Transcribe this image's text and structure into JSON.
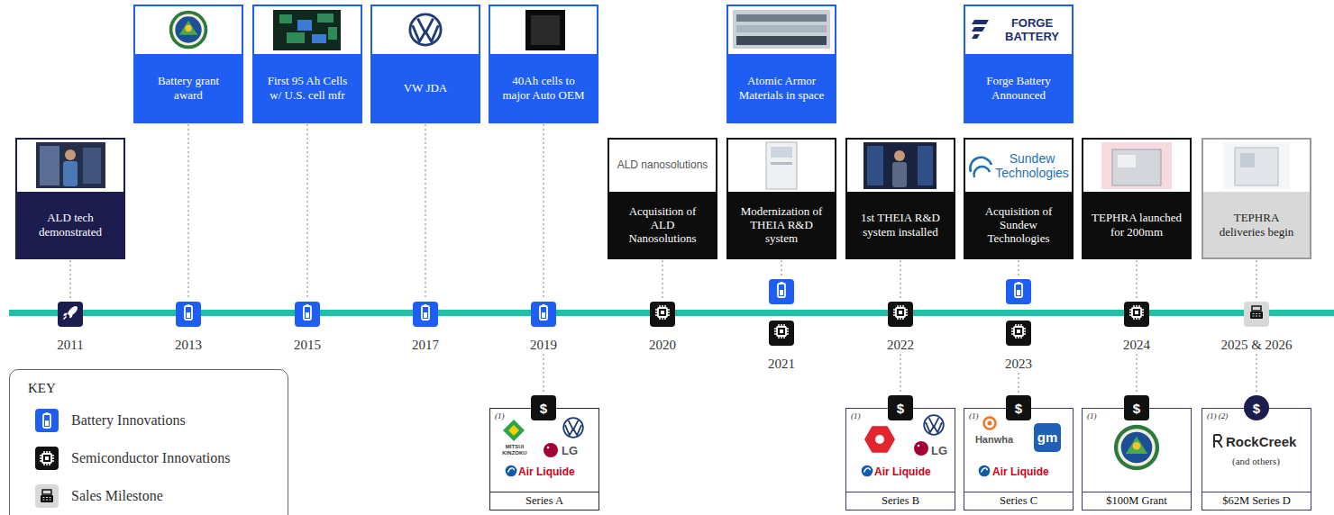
{
  "diagram": {
    "nodes": [
      {
        "text": [
          "ALD tech demonstrated"
        ]
      },
      {
        "text": [
          "2011"
        ]
      },
      {
        "text": [
          "Battery grant award"
        ]
      },
      {
        "text": [
          "2013"
        ]
      },
      {
        "text": [
          "First 95 Ah Cells w/ U.S. cell mfr"
        ]
      },
      {
        "text": [
          "2015"
        ]
      },
      {
        "text": [
          "VW JDA"
        ]
      },
      {
        "text": [
          "2017"
        ]
      },
      {
        "text": [
          "40Ah cells to major Auto OEM"
        ]
      },
      {
        "text": [
          "2019"
        ]
      },
      {
        "text": [
          "$"
        ]
      },
      {
        "text": [
          "(1)",
          "MITSUI KINZOKU",
          "LG",
          "Air Liquide",
          "Series A"
        ]
      },
      {
        "text": [
          "ALD nanosolutions",
          "Acquisition of ALD Nanosolutions"
        ]
      },
      {
        "text": [
          "2020"
        ]
      },
      {
        "text": [
          "Atomic Armor Materials in space"
        ]
      },
      {
        "text": [
          "Modernization of THEIA R&D system"
        ]
      },
      {
        "text": [
          "2021"
        ]
      },
      {
        "text": [
          "1st THEIA R&D system installed"
        ]
      },
      {
        "text": [
          "2022"
        ]
      },
      {
        "text": [
          "$"
        ]
      },
      {
        "text": [
          "(1)",
          "LG",
          "Air Liquide",
          "Series B"
        ]
      },
      {
        "text": [
          "FORGE BATTERY",
          "Forge Battery Announced"
        ]
      },
      {
        "text": [
          "Sundew Technologies",
          "Acquisition of Sundew Technologies"
        ]
      },
      {
        "text": [
          "2023"
        ]
      },
      {
        "text": [
          "$"
        ]
      },
      {
        "text": [
          "(1)",
          "Hanwha",
          "gm",
          "Air Liquide",
          "Series C"
        ]
      },
      {
        "text": [
          "TEPHRA launched for 200mm"
        ]
      },
      {
        "text": [
          "2024"
        ]
      },
      {
        "text": [
          "$"
        ]
      },
      {
        "text": [
          "(1)",
          "$100M Grant"
        ]
      },
      {
        "text": [
          "TEPHRA deliveries begin"
        ]
      },
      {
        "text": [
          "2025 & 2026"
        ]
      },
      {
        "text": [
          "$"
        ]
      },
      {
        "text": [
          "(1) (2)",
          "RockCreek",
          "(and others)",
          "$62M Series D"
        ]
      }
    ],
    "edges": [
      {
        "from": 0,
        "to": 1,
        "arrow": "none"
      },
      {
        "from": 2,
        "to": 3,
        "arrow": "none"
      },
      {
        "from": 4,
        "to": 5,
        "arrow": "none"
      },
      {
        "from": 6,
        "to": 7,
        "arrow": "none"
      },
      {
        "from": 8,
        "to": 9,
        "arrow": "none"
      },
      {
        "from": 9,
        "to": 10,
        "arrow": "none"
      },
      {
        "from": 12,
        "to": 13,
        "arrow": "none"
      },
      {
        "from": 15,
        "to": 16,
        "arrow": "none"
      },
      {
        "from": 17,
        "to": 18,
        "arrow": "none"
      },
      {
        "from": 18,
        "to": 19,
        "arrow": "none"
      },
      {
        "from": 22,
        "to": 23,
        "arrow": "none"
      },
      {
        "from": 23,
        "to": 24,
        "arrow": "none"
      },
      {
        "from": 26,
        "to": 27,
        "arrow": "none"
      },
      {
        "from": 27,
        "to": 28,
        "arrow": "none"
      },
      {
        "from": 30,
        "to": 31,
        "arrow": "none"
      },
      {
        "from": 31,
        "to": 32,
        "arrow": "none"
      }
    ],
    "labels": [
      "KEY"
    ],
    "legend": [
      {
        "text": "Battery Innovations",
        "color": "#1f5ef2"
      },
      {
        "text": "Semiconductor Innovations",
        "color": "#111111"
      },
      {
        "text": "Sales Milestone",
        "color": "#d8d8d8"
      }
    ]
  }
}
